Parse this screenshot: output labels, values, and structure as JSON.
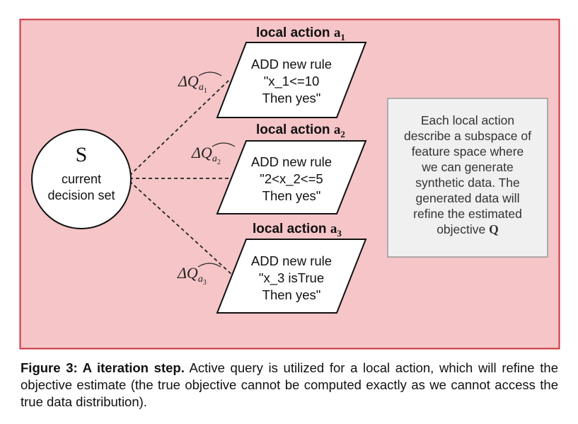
{
  "colors": {
    "panel_fill": "#f5c5c8",
    "panel_border": "#c9323d",
    "note_fill": "#f0f0f0",
    "note_border": "#999999"
  },
  "node_s": {
    "symbol": "S",
    "line1": "current",
    "line2": "decision set"
  },
  "actions": [
    {
      "title": "local action",
      "subscript": "1",
      "delta_sub": "1",
      "lines": [
        "ADD new rule",
        "\"x_1<=10",
        "Then yes\""
      ]
    },
    {
      "title": "local action",
      "subscript": "2",
      "delta_sub": "2",
      "lines": [
        "ADD new rule",
        "\"2<x_2<=5",
        "Then yes\""
      ]
    },
    {
      "title": "local action",
      "subscript": "3",
      "delta_sub": "3",
      "lines": [
        "ADD new rule",
        "\"x_3 isTrue",
        "Then yes\""
      ]
    }
  ],
  "delta": {
    "prefix": "ΔQ",
    "sub_letter": "a"
  },
  "note": {
    "lines": [
      "Each local action",
      "describe a subspace of",
      "feature space where",
      "we can generate",
      "synthetic data. The",
      "generated data will",
      "refine the estimated"
    ],
    "last_line": "objective",
    "last_bold": "Q"
  },
  "caption": {
    "label": "Figure 3: A iteration step.",
    "text": " Active query is utilized for a local action, which will refine the objective estimate (the true objective cannot be computed exactly as we cannot access the true data distribution)."
  }
}
